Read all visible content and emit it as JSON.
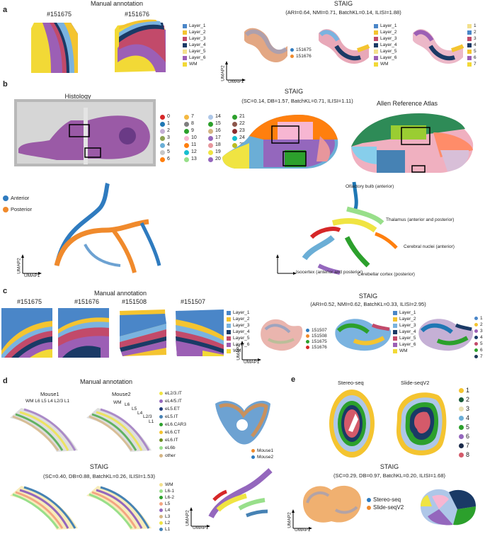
{
  "colors": {
    "layer1": "#4a86c8",
    "layer2": "#f4c430",
    "layer3": "#7ab3e0",
    "layer4": "#1a3a66",
    "layer5": "#c24a6a",
    "layer6": "#9c5fb5",
    "wm": "#f2d936",
    "l1": "#f3e08c",
    "anterior": "#2f7bbf",
    "posterior": "#f08a2c"
  },
  "panel_a": {
    "label": "a",
    "manual_title": "Manual annotation",
    "sample1": "#151675",
    "sample2": "#151676",
    "legend": [
      "Layer_1",
      "Layer_2",
      "Layer_3",
      "Layer_4",
      "Layer_5",
      "Layer_6",
      "WM"
    ],
    "staig_title": "STAIG",
    "staig_metrics": "(ARI=0.64, NMI=0.71, BatchKL=0.14, ILISI=1.88)",
    "batch_legend": [
      "151675",
      "151676"
    ],
    "cluster_legend": [
      "1",
      "2",
      "3",
      "4",
      "5",
      "6",
      "7"
    ],
    "umap1": "UMAP1",
    "umap2": "UMAP2"
  },
  "panel_b": {
    "label": "b",
    "histology_title": "Histology",
    "staig_title": "STAIG",
    "staig_metrics": "(SC=0.14, DB=1.57, BatchKL=0.71, ILISI=1.11)",
    "allen_title": "Allen Reference Atlas",
    "clusters": [
      "0",
      "1",
      "2",
      "3",
      "4",
      "5",
      "6",
      "7",
      "8",
      "9",
      "10",
      "11",
      "12",
      "13",
      "14",
      "15",
      "16",
      "17",
      "18",
      "19",
      "20",
      "21",
      "22",
      "23",
      "24",
      "25"
    ],
    "batch_legend": [
      "Anterior",
      "Posterior"
    ],
    "annotations": [
      "Olfactory bulb (anterior)",
      "Thalamus (anterior and posterior)",
      "Cerebral nuclei (anterior)",
      "Isocertex (anterior and posterior)",
      "Cerebellar cortex (posterior)"
    ],
    "umap1": "UMAP1",
    "umap2": "UMAP2"
  },
  "panel_c": {
    "label": "c",
    "manual_title": "Manual annotation",
    "samples": [
      "#151675",
      "#151676",
      "#151508",
      "#151507"
    ],
    "legend": [
      "Layer_1",
      "Layer_2",
      "Layer_3",
      "Layer_4",
      "Layer_5",
      "Layer_6",
      "WM"
    ],
    "staig_title": "STAIG",
    "staig_metrics": "(ARI=0.52, NMI=0.62, BatchKL=0.33, ILISI=2.95)",
    "batch_legend": [
      "151507",
      "151508",
      "151675",
      "151676"
    ],
    "cluster_legend": [
      "1",
      "2",
      "3",
      "4",
      "5",
      "6",
      "7"
    ],
    "umap1": "UMAP1",
    "umap2": "UMAP2"
  },
  "panel_d": {
    "label": "d",
    "manual_title": "Manual annotation",
    "mouse1": "Mouse1",
    "mouse2": "Mouse2",
    "mouse1_layers": "WM L6 L5 L4 L2/3 L1",
    "mouse2_layers": [
      "WM",
      "L6",
      "L5",
      "L4",
      "L2/3",
      "L1"
    ],
    "celltypes": [
      "eL2/3.IT",
      "eL4/5.IT",
      "eL5.ET",
      "eL5.IT",
      "eL6.CAR3",
      "eL6.CT",
      "eL6.IT",
      "eL6b",
      "other"
    ],
    "batch_legend": [
      "Mouse1",
      "Mouse2"
    ],
    "staig_title": "STAIG",
    "staig_metrics": "(SC=0.40, DB=0.88, BatchKL=0.26, ILISI=1.53)",
    "cluster_legend": [
      "WM",
      "L6-1",
      "L6-2",
      "L5",
      "L4",
      "L3",
      "L2",
      "L1"
    ],
    "umap1": "UMAP1",
    "umap2": "UMAP2"
  },
  "panel_e": {
    "label": "e",
    "stereo": "Stereo-seq",
    "slide": "Slide-seqV2",
    "cluster_legend": [
      "1",
      "2",
      "3",
      "4",
      "5",
      "6",
      "7",
      "8"
    ],
    "staig_title": "STAIG",
    "staig_metrics": "(SC=0.29, DB=0.97, BatchKL=0.20, ILISI=1.68)",
    "batch_legend": [
      "Stereo-seq",
      "Slide-seqV2"
    ],
    "umap1": "UMAP1",
    "umap2": "UMAP2"
  }
}
